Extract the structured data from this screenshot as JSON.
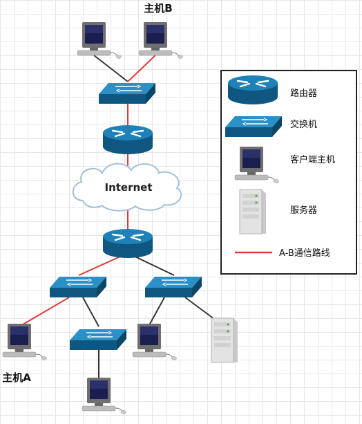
{
  "host_a_label": "主机A",
  "host_b_label": "主机B",
  "cloud_label": "Internet",
  "legend": {
    "router": "路由器",
    "switch": "交换机",
    "client": "客户端主机",
    "server": "服务器",
    "path": "A-B通信路线"
  },
  "colors": {
    "path": "#e23a3a",
    "link": "#333333",
    "device_top": "#1e82b8",
    "device_side": "#0f5680"
  }
}
